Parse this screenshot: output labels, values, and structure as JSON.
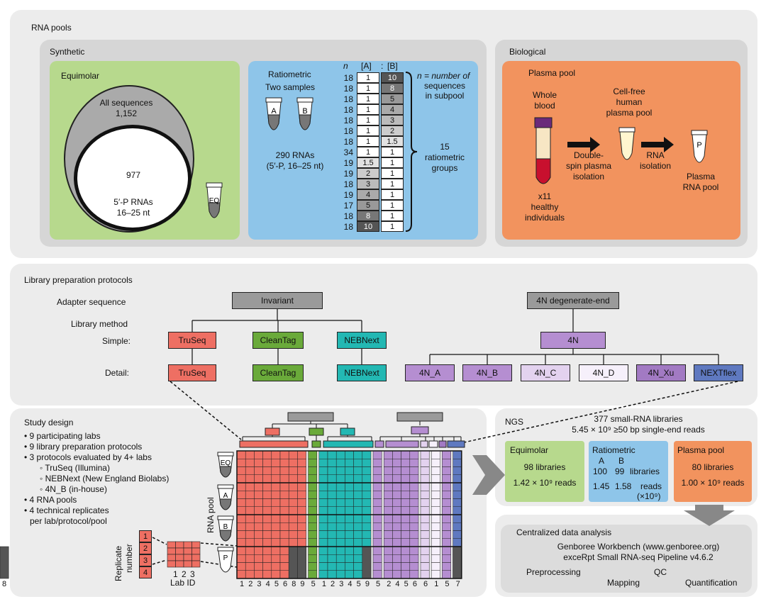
{
  "pools": {
    "title": "RNA pools",
    "synthetic_title": "Synthetic",
    "biological_title": "Biological",
    "equimolar": {
      "title": "Equimolar",
      "outer_label": "All sequences",
      "outer_count": "1,152",
      "inner_count": "977",
      "inner_desc1": "5′-P RNAs",
      "inner_desc2": "16–25 nt",
      "tube": "EQ"
    },
    "ratiometric": {
      "title": "Ratiometric",
      "subtitle": "Two samples",
      "tube_a": "A",
      "tube_b": "B",
      "desc1": "290 RNAs",
      "desc2": "(5′-P, 16–25 nt)",
      "col_n": "n",
      "col_a": "[A]",
      "sep": ":",
      "col_b": "[B]",
      "rows": [
        {
          "n": "18",
          "a": "1",
          "b": "10"
        },
        {
          "n": "18",
          "a": "1",
          "b": "8"
        },
        {
          "n": "18",
          "a": "1",
          "b": "5"
        },
        {
          "n": "18",
          "a": "1",
          "b": "4"
        },
        {
          "n": "18",
          "a": "1",
          "b": "3"
        },
        {
          "n": "18",
          "a": "1",
          "b": "2"
        },
        {
          "n": "18",
          "a": "1",
          "b": "1.5"
        },
        {
          "n": "34",
          "a": "1",
          "b": "1"
        },
        {
          "n": "19",
          "a": "1.5",
          "b": "1"
        },
        {
          "n": "19",
          "a": "2",
          "b": "1"
        },
        {
          "n": "18",
          "a": "3",
          "b": "1"
        },
        {
          "n": "19",
          "a": "4",
          "b": "1"
        },
        {
          "n": "17",
          "a": "5",
          "b": "1"
        },
        {
          "n": "18",
          "a": "8",
          "b": "1"
        },
        {
          "n": "18",
          "a": "10",
          "b": "1"
        }
      ],
      "legend1": "n = number of",
      "legend2": "sequences",
      "legend3": "in subpool",
      "groups1": "15",
      "groups2": "ratiometric",
      "groups3": "groups"
    },
    "plasma": {
      "title": "Plasma pool",
      "whole1": "Whole",
      "whole2": "blood",
      "count1": "x11",
      "count2": "healthy",
      "count3": "individuals",
      "step1a": "Double-",
      "step1b": "spin plasma",
      "step1c": "isolation",
      "mid1": "Cell-free",
      "mid2": "human",
      "mid3": "plasma pool",
      "step2a": "RNA",
      "step2b": "isolation",
      "tube": "P",
      "end1": "Plasma",
      "end2": "RNA pool"
    }
  },
  "library": {
    "title": "Library preparation protocols",
    "row_adapter": "Adapter sequence",
    "row_method": "Library method",
    "row_simple": "Simple:",
    "row_detail": "Detail:",
    "invariant": "Invariant",
    "degenerate": "4N degenerate-end",
    "simple": [
      "TruSeq",
      "CleanTag",
      "NEBNext",
      "4N"
    ],
    "detail": [
      "TruSeq",
      "CleanTag",
      "NEBNext",
      "4N_A",
      "4N_B",
      "4N_C",
      "4N_D",
      "4N_Xu",
      "NEXTflex"
    ]
  },
  "study": {
    "title": "Study design",
    "bullets": [
      "• 9 participating labs",
      "• 9 library preparation protocols",
      "• 3 protocols evaluated by 4+ labs",
      "◦ TruSeq (Illumina)",
      "◦ NEBNext (New England Biolabs)",
      "◦ 4N_B (in-house)",
      "• 4 RNA pools",
      "• 4 technical replicates",
      "per lab/protocol/pool"
    ],
    "replicate_label1": "Replicate",
    "replicate_label2": "number",
    "replicates": [
      "1",
      "2",
      "3",
      "4"
    ],
    "lab_ids": "1 2 3",
    "lab_id_label": "Lab ID",
    "rna_pool_label": "RNA pool",
    "pool_tubes": [
      "EQ",
      "A",
      "B",
      "P"
    ],
    "lab_numbers": [
      "1",
      "2",
      "3",
      "4",
      "5",
      "6",
      "8",
      "9",
      "5",
      "1",
      "2",
      "3",
      "4",
      "5",
      "9",
      "5",
      "2",
      "4",
      "5",
      "6",
      "6",
      "1",
      "5",
      "7",
      "8"
    ]
  },
  "ngs": {
    "title": "NGS",
    "summary1": "377 small-RNA libraries",
    "summary2": "5.45 × 10⁹ ≥50 bp single-end reads",
    "equimolar_title": "Equimolar",
    "equimolar_libs": "98 libraries",
    "equimolar_reads": "1.42 × 10⁹ reads",
    "ratio_title": "Ratiometric",
    "ratio_a": "A",
    "ratio_b": "B",
    "ratio_libs_a": "100",
    "ratio_libs_b": "99",
    "ratio_libs_label": "libraries",
    "ratio_reads_a": "1.45",
    "ratio_reads_b": "1.58",
    "ratio_reads_label": "reads",
    "ratio_reads_unit": "(×10⁹)",
    "plasma_title": "Plasma pool",
    "plasma_libs": "80 libraries",
    "plasma_reads": "1.00 × 10⁹ reads"
  },
  "analysis": {
    "title": "Centralized data analysis",
    "line1": "Genboree Workbench (www.genboree.org)",
    "line2": "exceRpt Small RNA-seq Pipeline v4.6.2",
    "step_pre": "Preprocessing",
    "step_map": "Mapping",
    "step_qc": "QC",
    "step_quant": "Quantification"
  },
  "colors": {
    "panel": "#ececec",
    "inner_panel": "#dcdcdc",
    "equimolar": "#b7d98d",
    "ratiometric": "#8ec5e9",
    "plasma": "#f2935e",
    "truseq": "#ee6f63",
    "cleantag": "#6aaa3a",
    "nebnext": "#23b8b3",
    "fourN": "#b58ed1",
    "nextflex": "#5f79c0",
    "gray_box": "#9a9a9a"
  }
}
